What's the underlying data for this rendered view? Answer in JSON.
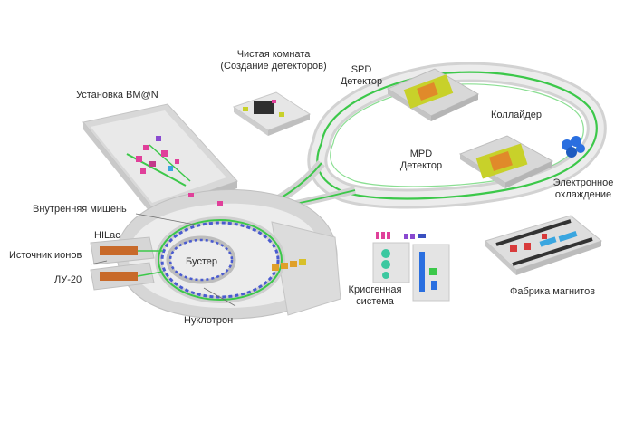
{
  "labels": {
    "bmn": "Установка BM@N",
    "clean_room_line1": "Чистая комната",
    "clean_room_line2": "(Создание детекторов)",
    "spd_line1": "SPD",
    "spd_line2": "Детектор",
    "collider": "Коллайдер",
    "mpd_line1": "MPD",
    "mpd_line2": "Детектор",
    "electron_cooling_line1": "Электронное",
    "electron_cooling_line2": "охлаждение",
    "internal_target": "Внутренняя мишень",
    "hilac": "HILac",
    "ion_source": "Источник ионов",
    "lu20": "ЛУ-20",
    "booster": "Бустер",
    "nuclotron": "Нуклотрон",
    "cryo_line1": "Криогенная",
    "cryo_line2": "система",
    "magnet_factory": "Фабрика магнитов"
  },
  "colors": {
    "floor": "#d9d9d9",
    "wall": "#f2f2f2",
    "beamline": "#3cc84a",
    "ring_magnet": "#4a5bd0",
    "detector_yellow": "#c8d12a",
    "detector_orange": "#e08a2a",
    "bmn_pink": "#e0409a",
    "cooling_blue": "#2a6fe0",
    "magnet_red": "#d83a3a",
    "magnet_blue": "#3aa6e0",
    "linac_orange": "#c86a2a"
  }
}
